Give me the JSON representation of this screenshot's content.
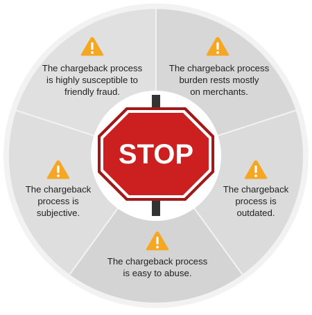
{
  "colors": {
    "ring_segments": [
      "#e0e0e0",
      "#d7d7d7",
      "#dbdbdb",
      "#d4d4d4",
      "#dedede"
    ],
    "ring_outline": "#f2f2f2",
    "center_circle": "#ffffff",
    "stop_fill": "#cc1f1f",
    "stop_inner_border": "#ffffff",
    "stop_outer_border": "#9e1a1a",
    "post": "#333333",
    "warning_fill": "#f5a623",
    "warning_mark": "#ffffff",
    "text": "#1f1f1f"
  },
  "stop_sign": {
    "text": "STOP"
  },
  "segments": [
    {
      "id": "friendly-fraud",
      "icon": "warning-icon",
      "lines": [
        "The chargeback process",
        "is highly susceptible to",
        "friendly fraud."
      ]
    },
    {
      "id": "burden-merchants",
      "icon": "warning-icon",
      "lines": [
        "The chargeback process",
        "burden rests mostly",
        "on merchants."
      ]
    },
    {
      "id": "outdated",
      "icon": "warning-icon",
      "lines": [
        "The chargeback",
        "process is",
        "outdated."
      ]
    },
    {
      "id": "easy-to-abuse",
      "icon": "warning-icon",
      "lines": [
        "The chargeback process",
        "is easy to abuse."
      ]
    },
    {
      "id": "subjective",
      "icon": "warning-icon",
      "lines": [
        "The chargeback",
        "process is",
        "subjective."
      ]
    }
  ]
}
